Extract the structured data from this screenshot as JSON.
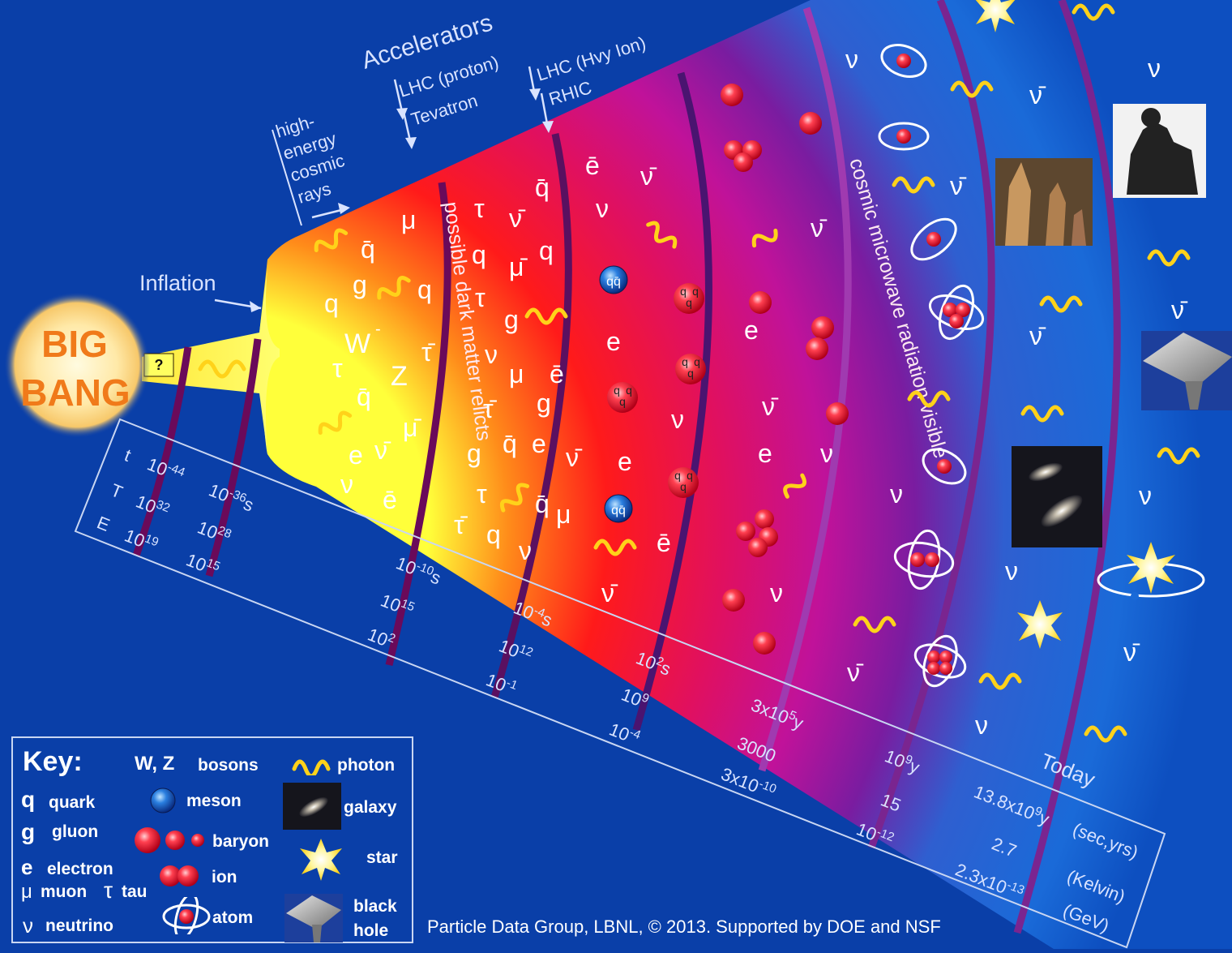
{
  "big_bang": {
    "line1": "BIG",
    "line2": "BANG",
    "question": "?"
  },
  "labels": {
    "inflation": "Inflation",
    "accelerators": "Accelerators",
    "lhc_proton": "LHC (proton)",
    "tevatron": "Tevatron",
    "lhc_hvy_ion": "LHC (Hvy Ion)",
    "rhic": "RHIC",
    "cosmic_rays": [
      "high-",
      "energy",
      "cosmic",
      "rays"
    ],
    "dark_matter": "possible dark matter relicts",
    "cmb": "cosmic microwave radiation visible"
  },
  "axis": {
    "row_t": "t",
    "row_T": "T",
    "row_E": "E",
    "col1": {
      "t": "10",
      "t_exp": "-44",
      "T": "10",
      "T_exp": "32",
      "E": "10",
      "E_exp": "19"
    },
    "col2": {
      "t": "10",
      "t_exp": "-36",
      "t_unit": "s",
      "T": "10",
      "T_exp": "28",
      "E": "10",
      "E_exp": "15"
    },
    "col3": {
      "t": "10",
      "t_exp": "-10",
      "t_unit": "s",
      "T": "10",
      "T_exp": "15",
      "E": "10",
      "E_exp": "2"
    },
    "col4": {
      "t": "10",
      "t_exp": "-4",
      "t_unit": "s",
      "T": "10",
      "T_exp": "12",
      "E": "10",
      "E_exp": "-1"
    },
    "col5": {
      "t": "10",
      "t_exp": "2",
      "t_unit": "s",
      "T": "10",
      "T_exp": "9",
      "E": "10",
      "E_exp": "-4"
    },
    "col6": {
      "t": "3x10",
      "t_exp": "5",
      "t_unit": "y",
      "T": "3000",
      "E": "3x10",
      "E_exp": "-10"
    },
    "col7": {
      "t": "10",
      "t_exp": "9",
      "t_unit": "y",
      "T": "15",
      "E": "10",
      "E_exp": "-12"
    },
    "today": "Today",
    "col8": {
      "t": "13.8x10",
      "t_exp": "9",
      "t_unit": "y",
      "T": "2.7",
      "E": "2.3x10",
      "E_exp": "-13"
    },
    "units": {
      "t": "(sec,yrs)",
      "T": "(Kelvin)",
      "E": "(GeV)"
    }
  },
  "particles": {
    "W": "W",
    "W_sup": "-",
    "Z": "Z",
    "q": "q",
    "g": "g",
    "e": "e",
    "mu": "μ",
    "tau": "τ",
    "nu": "ν",
    "qbar": "q̄",
    "ebar": "ē",
    "mubar": "μ̄",
    "taubar": "τ̄",
    "nubar": "ν̄",
    "meson": "qq̄",
    "baryon_q": "q"
  },
  "key": {
    "title": "Key:",
    "wz": "W, Z",
    "bosons": "bosons",
    "photon": "photon",
    "q_sym": "q",
    "quark": "quark",
    "meson": "meson",
    "galaxy": "galaxy",
    "g_sym": "g",
    "gluon": "gluon",
    "baryon": "baryon",
    "e_sym": "e",
    "electron": "electron",
    "star": "star",
    "mu_sym": "μ",
    "muon": "muon",
    "tau_sym": "τ",
    "tau": "tau",
    "ion": "ion",
    "nu_sym": "ν",
    "neutrino": "neutrino",
    "atom": "atom",
    "black": "black",
    "hole": "hole"
  },
  "credit": "Particle Data Group, LBNL, © 2013.    Supported by DOE and NSF",
  "colors": {
    "background": "#0a3fa8",
    "photon": "#ffd21a",
    "particle": "#ff2a3c",
    "boundary": "#6a0a5a"
  }
}
